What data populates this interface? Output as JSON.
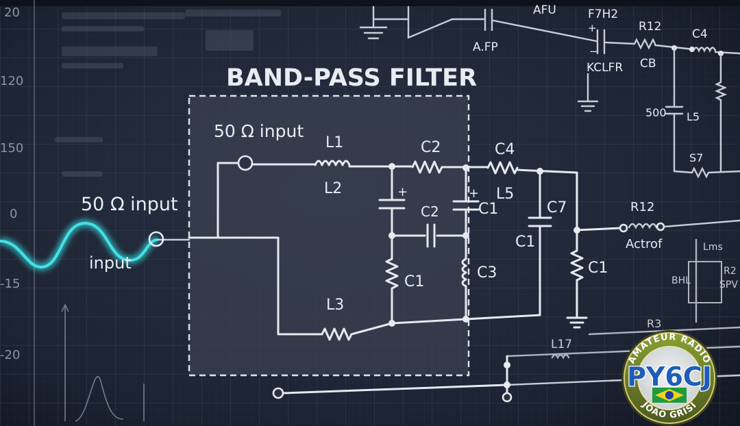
{
  "title": "BAND-PASS FILTER",
  "input_labels": {
    "inside": "50 Ω input",
    "outside": "50 Ω input",
    "wave": "input"
  },
  "axis_ticks": [
    "20",
    "120",
    "150",
    "0",
    "-15",
    "-20"
  ],
  "components": {
    "L1": "L1",
    "L2": "L2",
    "C2_top": "C2",
    "L3": "L3",
    "C1_cap": "C1",
    "C2_mid": "C2",
    "C1_res": "C1",
    "C3": "C3",
    "C4": "C4",
    "L5": "L5",
    "C7": "C7",
    "C1_right": "C1",
    "C1_res_right": "C1"
  },
  "background_labels": {
    "afu": "AFU",
    "afp": "A.FP",
    "f7h2": "F7H2",
    "kclfr": "KCLFR",
    "r12_top": "R12",
    "cb": "CB",
    "c4_top": "C4",
    "n500": "500",
    "l5_top": "L5",
    "s7": "S7",
    "r12_right": "R12",
    "actrof": "Actrof",
    "lms": "Lms",
    "bhl": "BHL",
    "r2": "R2",
    "spv": "SPV",
    "r3": "R3",
    "l17": "L17"
  },
  "badge": {
    "top": "AMATEUR RADIO",
    "call": "PY6CJ",
    "bottom": "JOAO GRISI"
  },
  "colors": {
    "background": "#1b2230",
    "wire": "#e6e9ee",
    "glow": "#3fe3e6",
    "badge_ring": "#6f7f2e",
    "badge_call": "#1f5db8"
  }
}
